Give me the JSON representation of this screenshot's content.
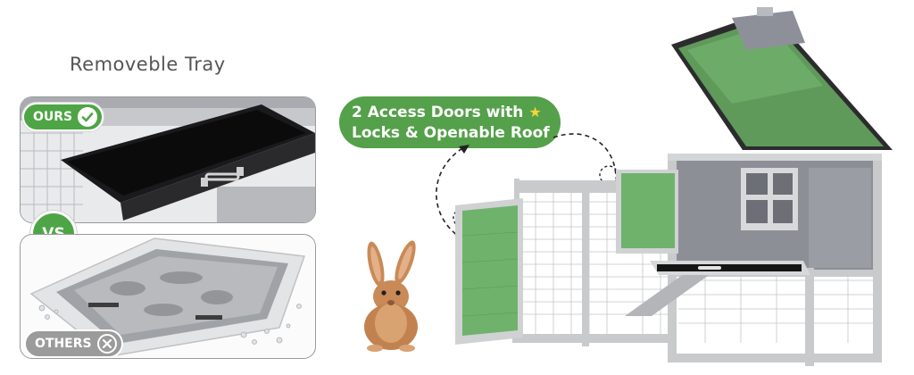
{
  "heading": "Removeble Tray",
  "comparison": {
    "ours_label": "OURS",
    "vs_label": "VS",
    "others_label": "OTHERS"
  },
  "callout": {
    "line1": "2 Access Doors with",
    "line2": "Locks & Openable Roof"
  },
  "colors": {
    "brand_green": "#4ea545",
    "door_green": "#6fb26c",
    "hutch_gray": "#8c8f96",
    "frame_light": "#d8d9db",
    "roof_dark": "#2d2d2f",
    "badge_gray": "#9b9b9b"
  },
  "icons": [
    "check-icon",
    "close-icon",
    "star-icon"
  ]
}
